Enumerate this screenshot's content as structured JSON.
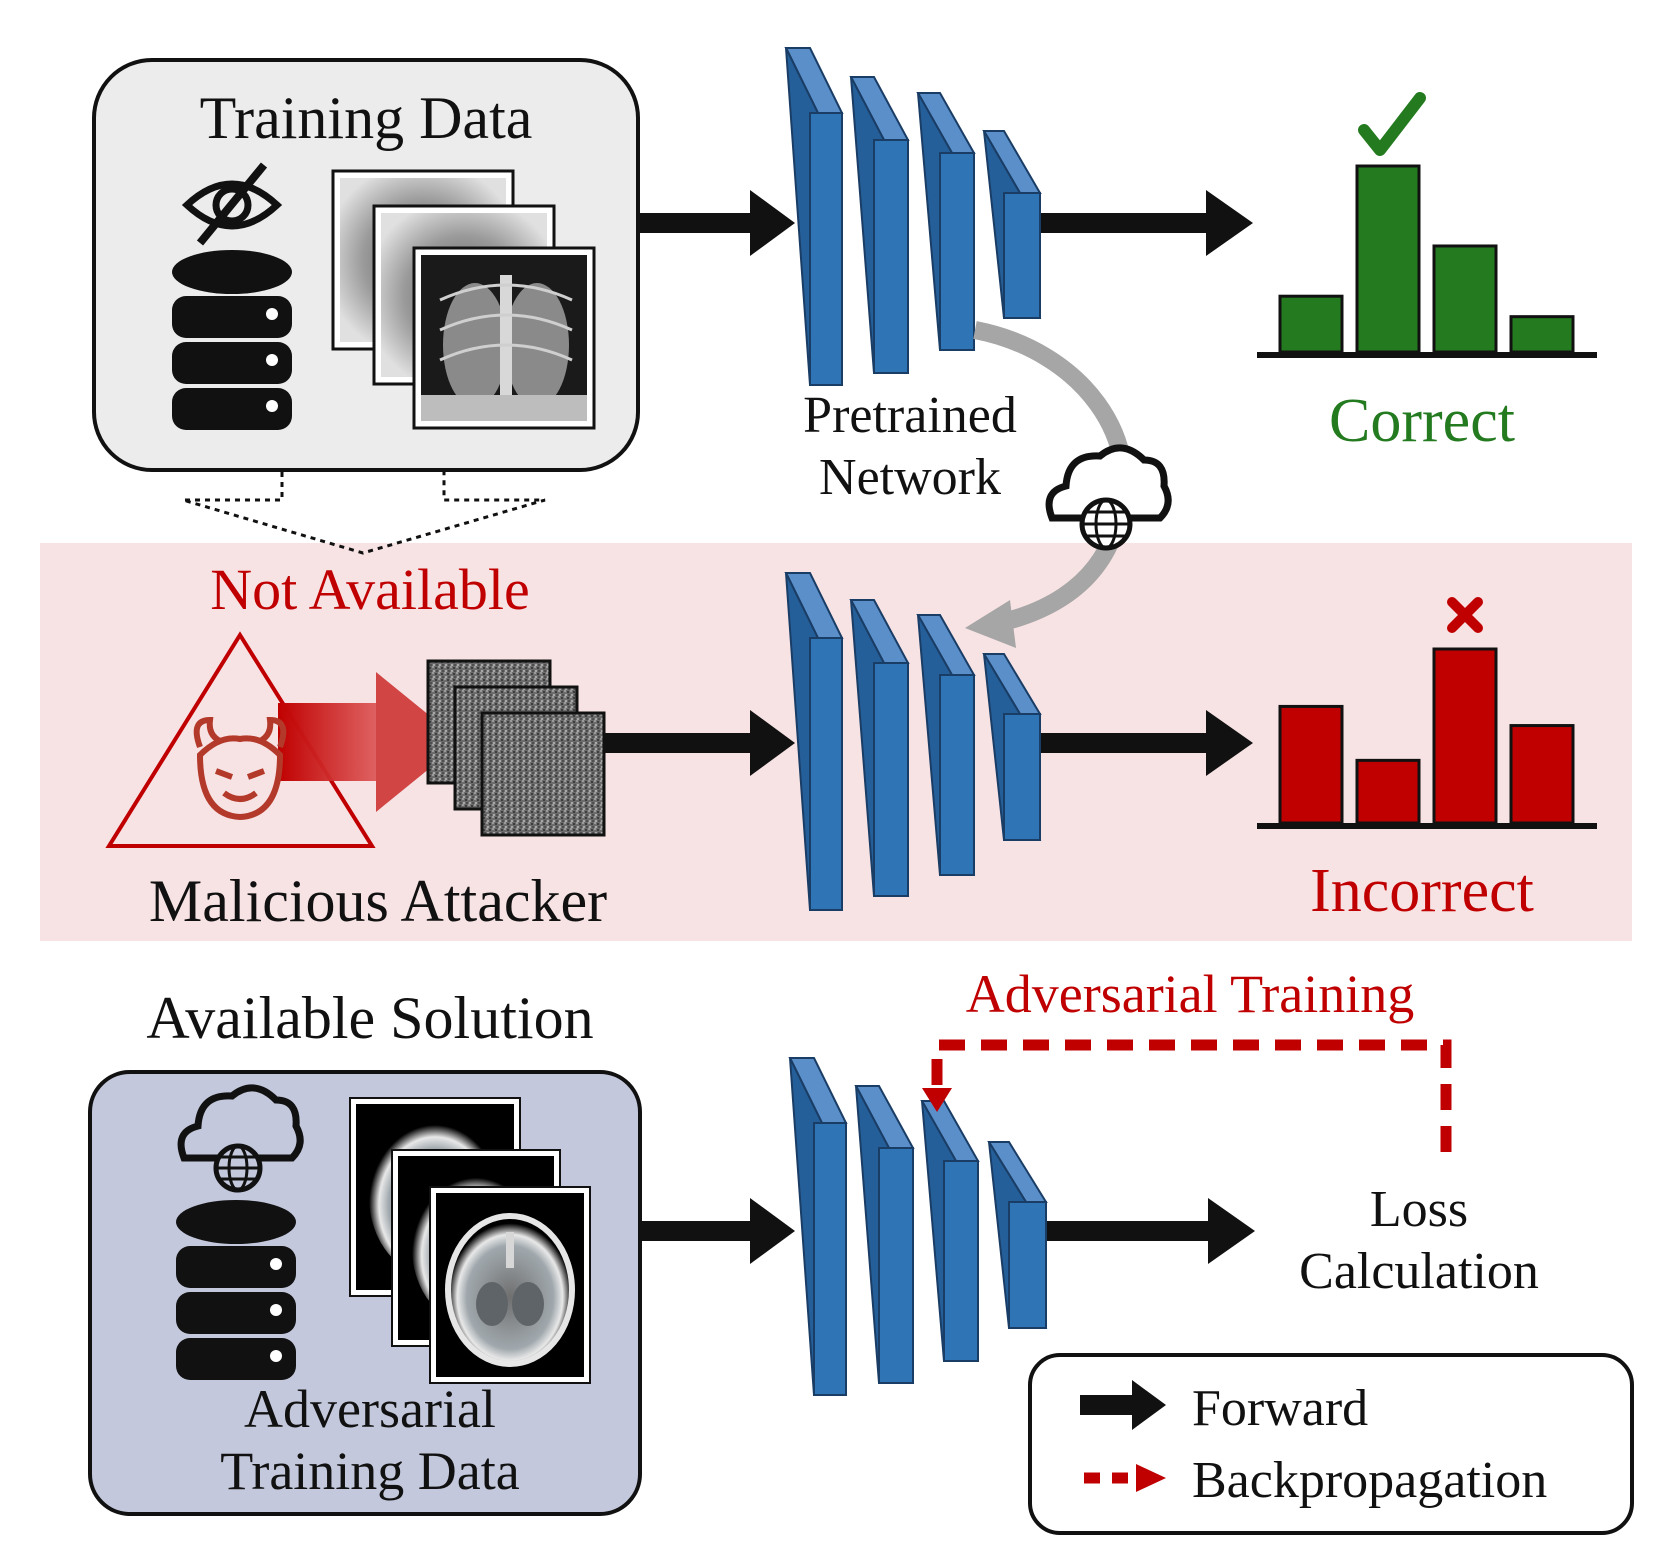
{
  "top": {
    "training_data": "Training Data",
    "network_label_1": "Pretrained",
    "network_label_2": "Network",
    "result": "Correct",
    "result_mark": "check-icon",
    "bars": [
      0.3,
      1.0,
      0.57,
      0.19
    ]
  },
  "middle": {
    "not_available": "Not Available",
    "attacker": "Malicious Attacker",
    "result": "Incorrect",
    "result_mark": "cross-icon",
    "bars": [
      0.67,
      0.36,
      1.0,
      0.56
    ]
  },
  "bottom": {
    "title": "Available Solution",
    "data_label_1": "Adversarial",
    "data_label_2": "Training Data",
    "adv_training": "Adversarial Training",
    "loss_1": "Loss",
    "loss_2": "Calculation"
  },
  "legend": {
    "forward": "Forward",
    "backprop": "Backpropagation"
  },
  "colors": {
    "green": "#237a1f",
    "red": "#c00000",
    "blue_face": "#2f75b5",
    "blue_side": "#5b8fc9",
    "pink_band": "#f8e3e4",
    "gray_box": "#ececec",
    "navy_box": "#c3c8dc"
  }
}
